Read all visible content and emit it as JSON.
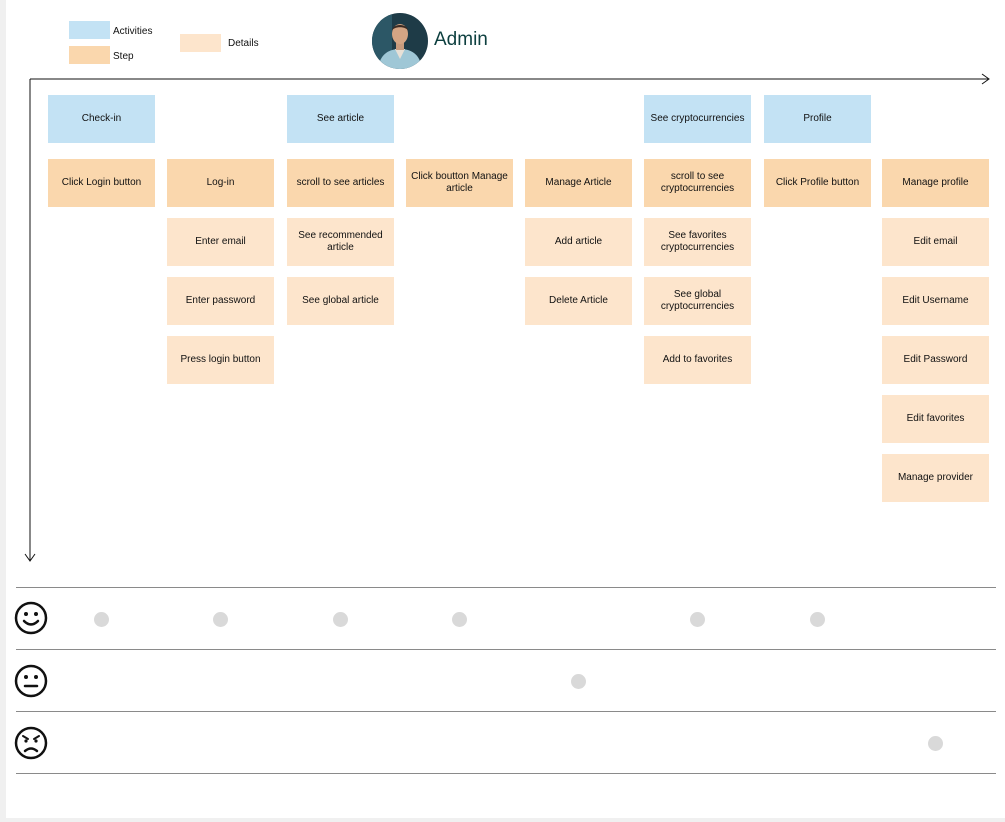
{
  "header": {
    "user_name": "Admin",
    "avatar_icon": "person-avatar-icon"
  },
  "legend": {
    "activities_label": "Activities",
    "step_label": "Step",
    "details_label": "Details",
    "activities_color": "#c3e2f4",
    "step_color": "#fad7ad",
    "details_color": "#fde5cc"
  },
  "columns": [
    {
      "activity": "Check-in",
      "step": "Click Login button",
      "details": []
    },
    {
      "activity": "",
      "step": "Log-in",
      "details": [
        "Enter email",
        "Enter password",
        "Press login button"
      ]
    },
    {
      "activity": "See article",
      "step": "scroll to see articles",
      "details": [
        "See recommended article",
        "See global article"
      ]
    },
    {
      "activity": "",
      "step": "Click boutton Manage article",
      "details": []
    },
    {
      "activity": "",
      "step": "Manage Article",
      "details": [
        "Add article",
        "Delete Article"
      ]
    },
    {
      "activity": "See cryptocurrencies",
      "step": "scroll to see cryptocurrencies",
      "details": [
        "See favorites cryptocurrencies",
        "See global cryptocurrencies",
        "Add to favorites"
      ]
    },
    {
      "activity": "Profile",
      "step": "Click Profile button",
      "details": []
    },
    {
      "activity": "",
      "step": "Manage profile",
      "details": [
        "Edit email",
        "Edit Username",
        "Edit Password",
        "Edit favorites",
        "Manage provider"
      ]
    }
  ],
  "emotions": {
    "rows": [
      {
        "mood": "happy",
        "icon": "smiling-face-icon"
      },
      {
        "mood": "neutral",
        "icon": "neutral-face-icon"
      },
      {
        "mood": "sad",
        "icon": "frowning-face-icon"
      }
    ],
    "column_moods": [
      "happy",
      "happy",
      "happy",
      "happy",
      "neutral",
      "happy",
      "happy",
      "sad"
    ]
  }
}
